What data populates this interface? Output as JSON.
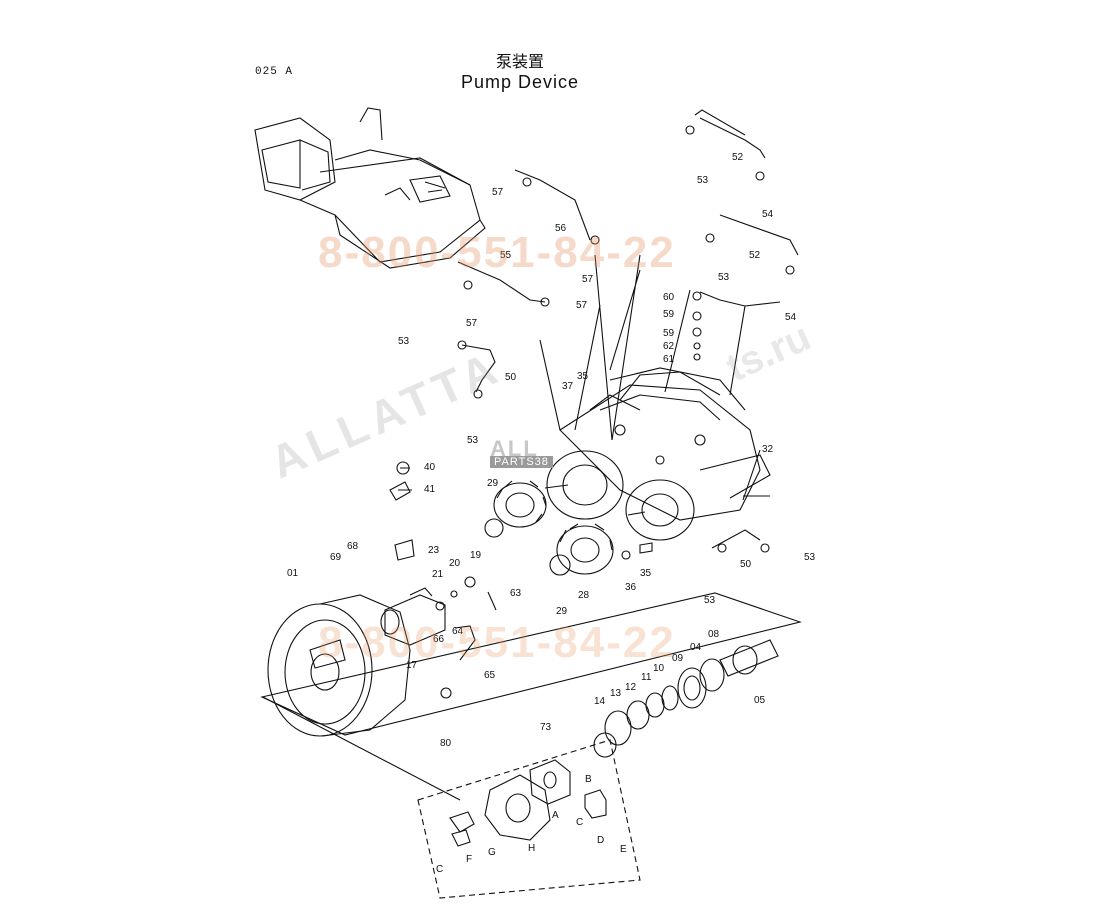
{
  "diagram": {
    "code": "025 A",
    "title_cn": "泵装置",
    "title_en": "Pump Device"
  },
  "watermarks": {
    "phone": "8-800-551-84-22",
    "site": "ALLATTA",
    "site2": "ts.ru",
    "badge_top": "ALL",
    "badge_bottom": "PARTS38"
  },
  "callouts": {
    "p01": "01",
    "p04": "04",
    "p05": "05",
    "p08": "08",
    "p09": "09",
    "p10": "10",
    "p11": "11",
    "p12": "12",
    "p13": "13",
    "p14": "14",
    "p17": "17",
    "p19": "19",
    "p20": "20",
    "p21": "21",
    "p23": "23",
    "p28": "28",
    "p29a": "29",
    "p29b": "29",
    "p32": "32",
    "p35a": "35",
    "p35b": "35",
    "p36": "36",
    "p37": "37",
    "p40": "40",
    "p41": "41",
    "p50a": "50",
    "p50b": "50",
    "p52a": "52",
    "p52b": "52",
    "p53a": "53",
    "p53b": "53",
    "p53c": "53",
    "p53d": "53",
    "p53e": "53",
    "p53f": "53",
    "p54a": "54",
    "p54b": "54",
    "p55": "55",
    "p56": "56",
    "p57a": "57",
    "p57b": "57",
    "p57c": "57",
    "p57d": "57",
    "p59a": "59",
    "p59b": "59",
    "p60": "60",
    "p61": "61",
    "p62": "62",
    "p63": "63",
    "p64": "64",
    "p65": "65",
    "p66": "66",
    "p68": "68",
    "p69": "69",
    "p73": "73",
    "p80": "80",
    "lA": "A",
    "lB": "B",
    "lC1": "C",
    "lC2": "C",
    "lD": "D",
    "lE": "E",
    "lF": "F",
    "lG": "G",
    "lH": "H"
  }
}
